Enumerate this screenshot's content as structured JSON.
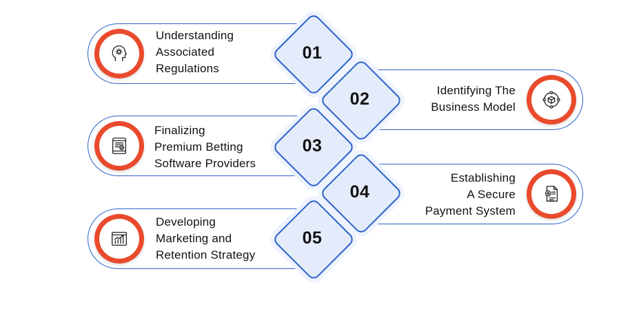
{
  "colors": {
    "outline_blue": "#2c63c9",
    "diamond_fill": "#e4ecfb",
    "ring_orange": "#ea4a2c",
    "text": "#111111"
  },
  "steps": [
    {
      "number": "01",
      "lines": [
        "Understanding",
        "Associated",
        "Regulations"
      ],
      "icon": "gear-head-icon",
      "side": "left"
    },
    {
      "number": "02",
      "lines": [
        "Identifying The",
        "Business Model"
      ],
      "icon": "network-cube-icon",
      "side": "right"
    },
    {
      "number": "03",
      "lines": [
        "Finalizing",
        "Premium Betting",
        "Software Providers"
      ],
      "icon": "tablet-check-icon",
      "side": "left"
    },
    {
      "number": "04",
      "lines": [
        "Establishing",
        "A Secure",
        "Payment System"
      ],
      "icon": "document-gear-icon",
      "side": "right"
    },
    {
      "number": "05",
      "lines": [
        "Developing",
        "Marketing and",
        "Retention Strategy"
      ],
      "icon": "growth-chart-icon",
      "side": "left"
    }
  ]
}
